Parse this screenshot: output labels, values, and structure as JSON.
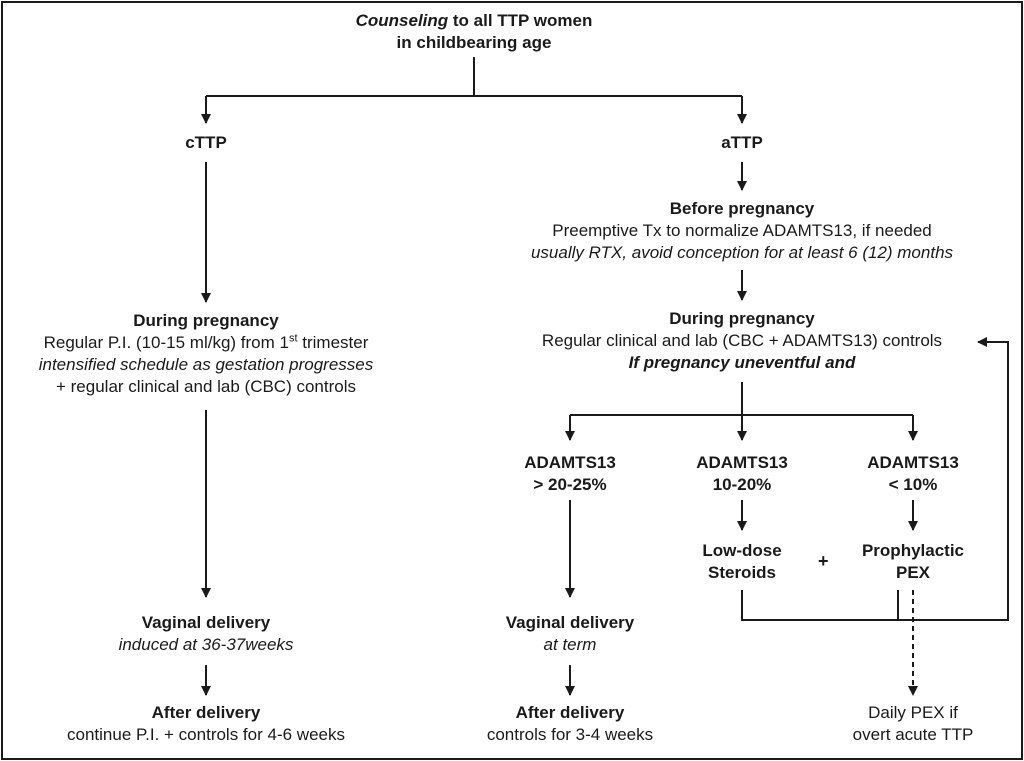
{
  "top": {
    "italic": "Counseling",
    "rest": " to all TTP women",
    "line2": "in childbearing age"
  },
  "ctt": {
    "title": "cTTP",
    "during": {
      "title": "During pregnancy",
      "line1_pre": "Regular P.I. (10-15 ml/kg) from 1",
      "line1_sup": "st",
      "line1_post": " trimester",
      "line2": "intensified schedule as gestation progresses",
      "line3": "+ regular clinical and lab (CBC) controls"
    },
    "delivery": {
      "title": "Vaginal delivery",
      "sub": "induced at 36-37weeks"
    },
    "after": {
      "title": "After delivery",
      "sub": "continue P.I. + controls for 4-6 weeks"
    }
  },
  "att": {
    "title": "aTTP",
    "before": {
      "title": "Before pregnancy",
      "line1": "Preemptive Tx to normalize ADAMTS13, if needed",
      "line2": "usually RTX, avoid conception for at least 6 (12) months"
    },
    "during": {
      "title": "During pregnancy",
      "line1": "Regular clinical and lab (CBC + ADAMTS13) controls",
      "line2": "If pregnancy uneventful and"
    },
    "high": {
      "line1": "ADAMTS13",
      "line2": "> 20-25%"
    },
    "mid": {
      "line1": "ADAMTS13",
      "line2": "10-20%"
    },
    "low": {
      "line1": "ADAMTS13",
      "line2": "< 10%"
    },
    "steroids": {
      "line1": "Low-dose",
      "line2": "Steroids"
    },
    "plus": "+",
    "pex": {
      "line1": "Prophylactic",
      "line2": "PEX"
    },
    "delivery": {
      "title": "Vaginal delivery",
      "sub": "at term"
    },
    "after": {
      "title": "After delivery",
      "sub": "controls for 3-4 weeks"
    },
    "daily": {
      "line1": "Daily PEX if",
      "line2": "overt acute TTP"
    }
  }
}
